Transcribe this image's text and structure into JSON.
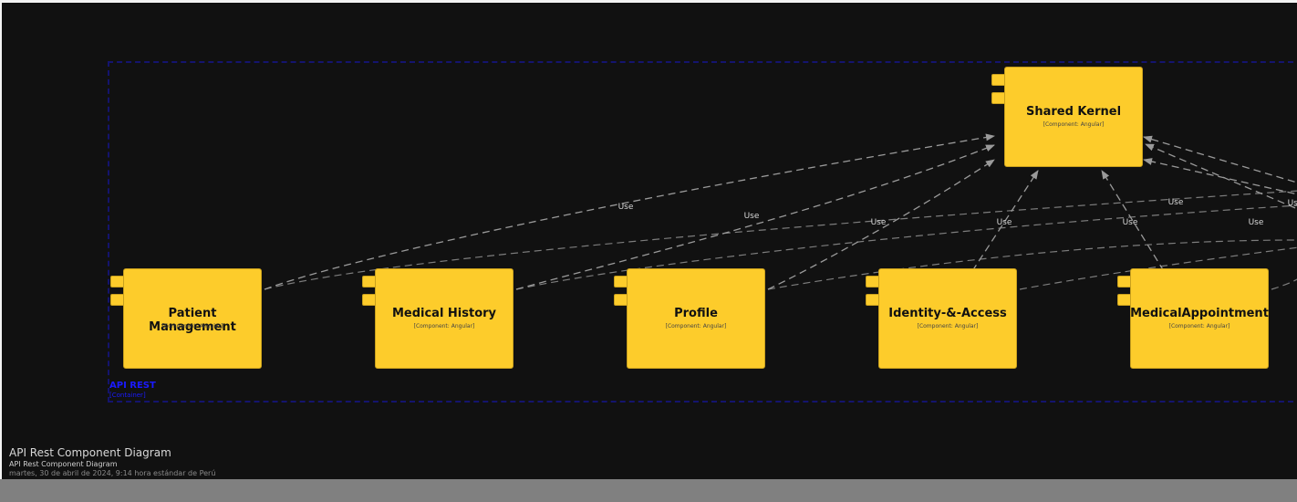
{
  "diagram": {
    "title": "API Rest Component Diagram",
    "subtitle": "API Rest Component Diagram",
    "date": "martes, 30 de abril de 2024, 9:14 hora estándar de Perú"
  },
  "boundary": {
    "name": "API REST",
    "type": "[Container]"
  },
  "components": [
    {
      "id": "shared-kernel",
      "name": "Shared Kernel",
      "technology": "[Component: Angular]"
    },
    {
      "id": "patient-management",
      "name": "Patient Management",
      "technology": "[Component: Angular]"
    },
    {
      "id": "medical-history",
      "name": "Medical History",
      "technology": "[Component: Angular]"
    },
    {
      "id": "profile",
      "name": "Profile",
      "technology": "[Component: Angular]"
    },
    {
      "id": "identity-access",
      "name": "Identity-&-Access",
      "technology": "[Component: Angular]"
    },
    {
      "id": "medical-appointment",
      "name": "MedicalAppointment",
      "technology": "[Component: Angular]"
    }
  ],
  "relationships": [
    {
      "from": "patient-management",
      "to": "shared-kernel",
      "label": "Use"
    },
    {
      "from": "medical-history",
      "to": "shared-kernel",
      "label": "Use"
    },
    {
      "from": "profile",
      "to": "shared-kernel",
      "label": "Use"
    },
    {
      "from": "identity-access",
      "to": "shared-kernel",
      "label": "Use"
    },
    {
      "from": "medical-appointment",
      "to": "shared-kernel",
      "label": "Use"
    },
    {
      "from": "offscreen-a",
      "to": "shared-kernel",
      "label": "Use"
    },
    {
      "from": "offscreen-b",
      "to": "shared-kernel",
      "label": "Use"
    },
    {
      "from": "offscreen-c",
      "to": "shared-kernel",
      "label": "Use"
    }
  ],
  "colors": {
    "background": "#111111",
    "component_fill": "#fdcc2b",
    "boundary": "#14146e",
    "boundary_text": "#1a1aff",
    "edge": "#9a9a9a"
  }
}
